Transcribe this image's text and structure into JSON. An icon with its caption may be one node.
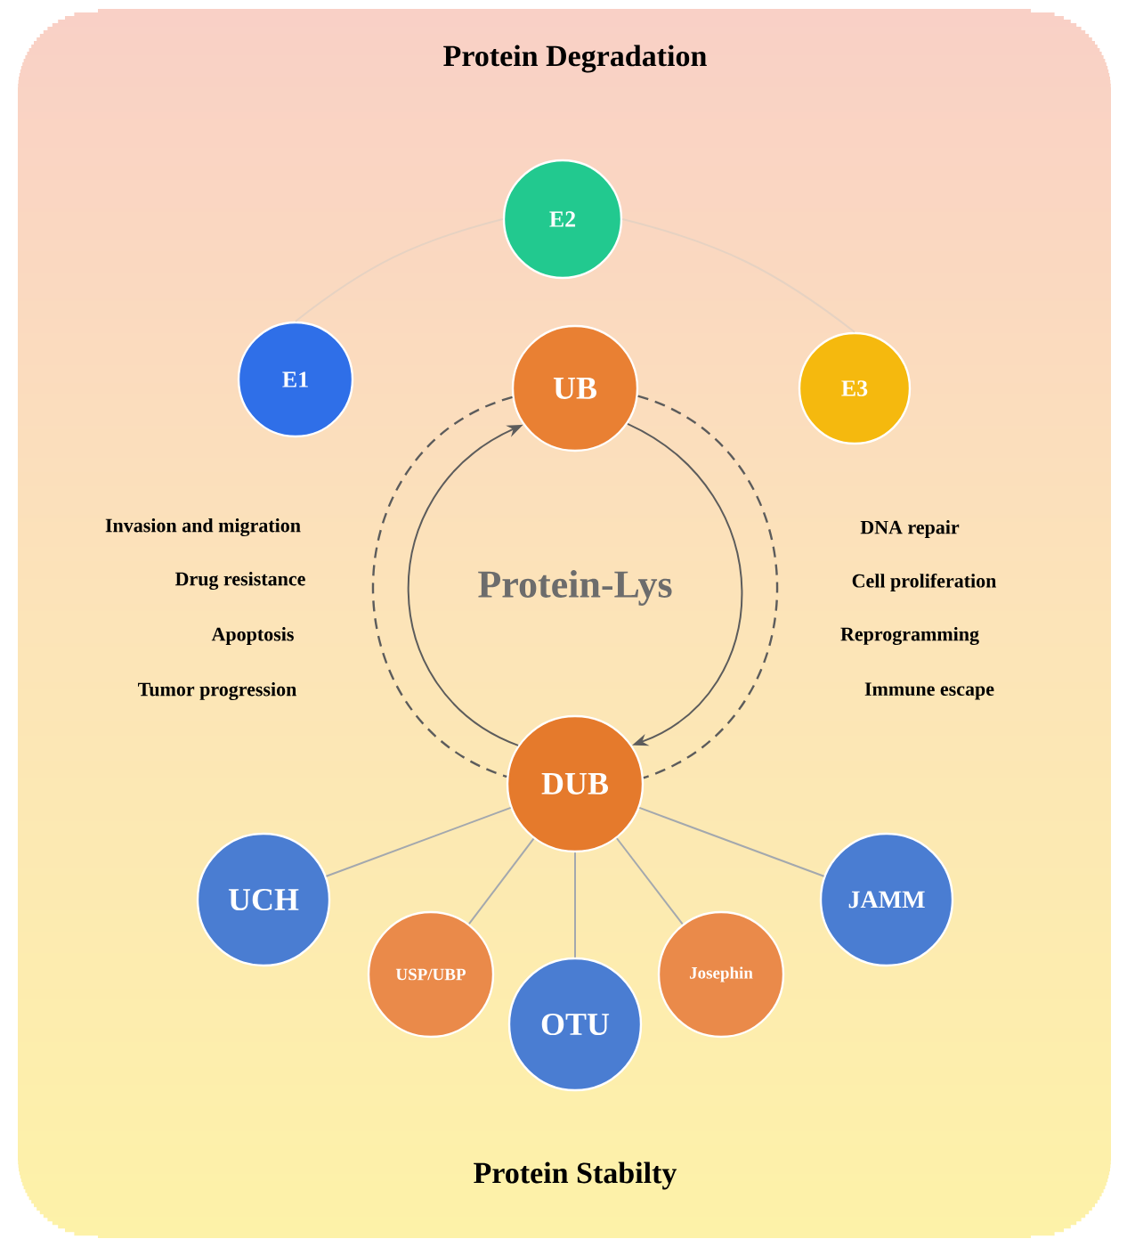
{
  "diagram": {
    "title": "Protein Degradation",
    "caption": "Protein Stabilty",
    "nodes": [
      {
        "text": [
          "E2"
        ]
      },
      {
        "text": [
          "E1"
        ]
      },
      {
        "text": [
          "UB"
        ]
      },
      {
        "text": [
          "E3"
        ]
      },
      {
        "text": [
          "DUB"
        ]
      },
      {
        "text": [
          "UCH"
        ]
      },
      {
        "text": [
          "USP/UBP"
        ]
      },
      {
        "text": [
          "OTU"
        ]
      },
      {
        "text": [
          "Josephin"
        ]
      },
      {
        "text": [
          "JAMM"
        ]
      }
    ],
    "edges": [
      {
        "from": 1,
        "to": 0,
        "arrow": "none",
        "color": "#e6d2c2"
      },
      {
        "from": 0,
        "to": 3,
        "arrow": "none",
        "color": "#e6d2c2"
      },
      {
        "from": 4,
        "to": 2,
        "arrow": "to",
        "color": "#5c5c5c"
      },
      {
        "from": 2,
        "to": 4,
        "arrow": "to",
        "color": "#5c5c5c"
      },
      {
        "from": 2,
        "to": 4,
        "arrow": "none",
        "color": "#5c5c5c",
        "style": "dashed"
      },
      {
        "from": 2,
        "to": 4,
        "arrow": "none",
        "color": "#5c5c5c",
        "style": "dashed"
      },
      {
        "from": 4,
        "to": 5,
        "arrow": "none"
      },
      {
        "from": 4,
        "to": 6,
        "arrow": "none"
      },
      {
        "from": 4,
        "to": 7,
        "arrow": "none"
      },
      {
        "from": 4,
        "to": 8,
        "arrow": "none"
      },
      {
        "from": 4,
        "to": 9,
        "arrow": "none"
      }
    ],
    "labels": [
      "Invasion and migration",
      "DNA repair",
      "Drug resistance",
      "Protein-Lys",
      "Cell proliferation",
      "Apoptosis",
      "Reprogramming",
      "Tumor progression",
      "Immune escape"
    ]
  }
}
